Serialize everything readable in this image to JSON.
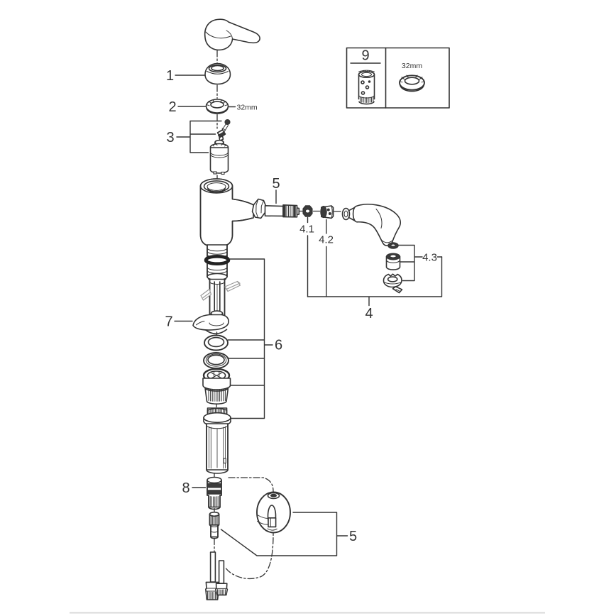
{
  "colors": {
    "line": "#333333",
    "dark_fill": "#3b3b3b",
    "light_line": "#999999",
    "oring": "#222222",
    "divider": "#d9d9d9",
    "background": "#ffffff"
  },
  "diagram": {
    "description": "Exploded spare-parts line diagram of a single-lever pull-out spray kitchen faucet",
    "callouts": {
      "p1": "1",
      "p2": "2",
      "p3": "3",
      "p4": "4",
      "p41": "4.1",
      "p42": "4.2",
      "p43": "4.3",
      "p5_spout_hose": "5",
      "p5_hose_assembly": "5",
      "p6": "6",
      "p7": "7",
      "p8": "8",
      "size_note_32mm": "32mm"
    },
    "kit_box": {
      "label": "9",
      "size_note": "32mm"
    }
  }
}
